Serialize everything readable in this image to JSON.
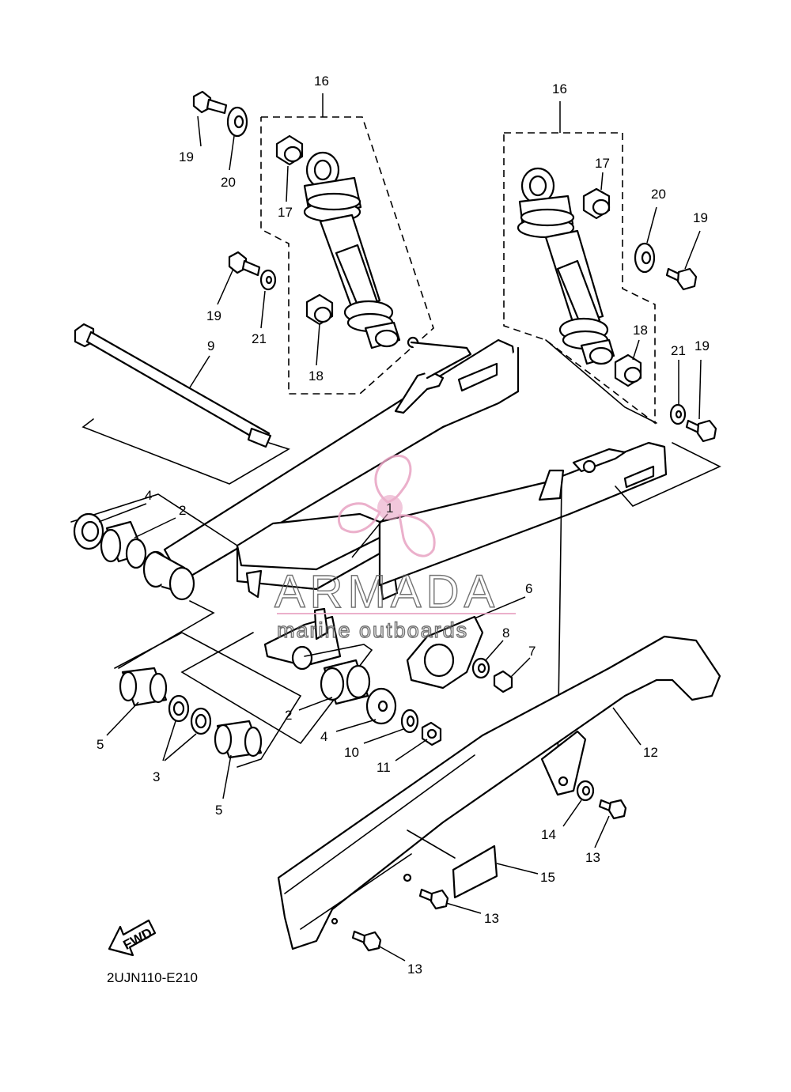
{
  "diagram": {
    "code": "2UJN110-E210",
    "fwd_label": "FWD",
    "callouts": [
      "1",
      "2",
      "2",
      "3",
      "4",
      "4",
      "5",
      "5",
      "6",
      "7",
      "8",
      "9",
      "10",
      "11",
      "12",
      "13",
      "13",
      "13",
      "14",
      "15",
      "16",
      "16",
      "17",
      "17",
      "18",
      "18",
      "19",
      "19",
      "19",
      "19",
      "20",
      "20",
      "21",
      "21"
    ]
  },
  "watermark": {
    "brand": "ARMADA",
    "tagline": "marine outboards",
    "colors": {
      "propeller": "#e8a3c3",
      "text": "#5a5a5a",
      "line": "#e8a3c3"
    }
  }
}
